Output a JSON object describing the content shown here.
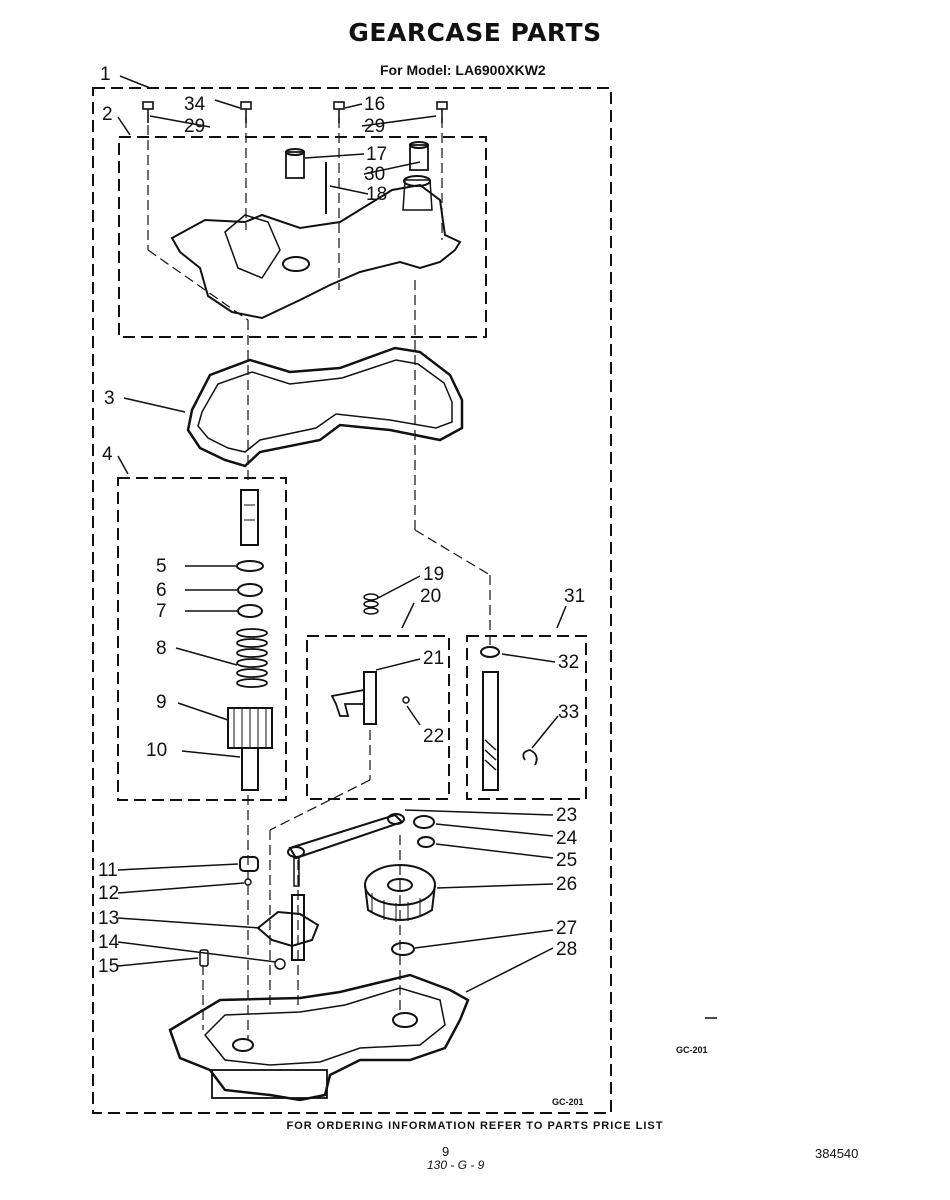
{
  "title": "GEARCASE PARTS",
  "subtitle": "For Model: LA6900XKW2",
  "footer": "FOR ORDERING INFORMATION REFER TO PARTS PRICE LIST",
  "page_number": "9",
  "page_note": "130 - G - 9",
  "doc_number": "384540",
  "codes": {
    "side": "GC-201",
    "inner": "GC-201"
  },
  "callouts": [
    "1",
    "2",
    "3",
    "4",
    "5",
    "6",
    "7",
    "8",
    "9",
    "10",
    "11",
    "12",
    "13",
    "14",
    "15",
    "16",
    "17",
    "18",
    "19",
    "20",
    "21",
    "22",
    "23",
    "24",
    "25",
    "26",
    "27",
    "28",
    "29",
    "29",
    "30",
    "31",
    "32",
    "33",
    "34"
  ]
}
